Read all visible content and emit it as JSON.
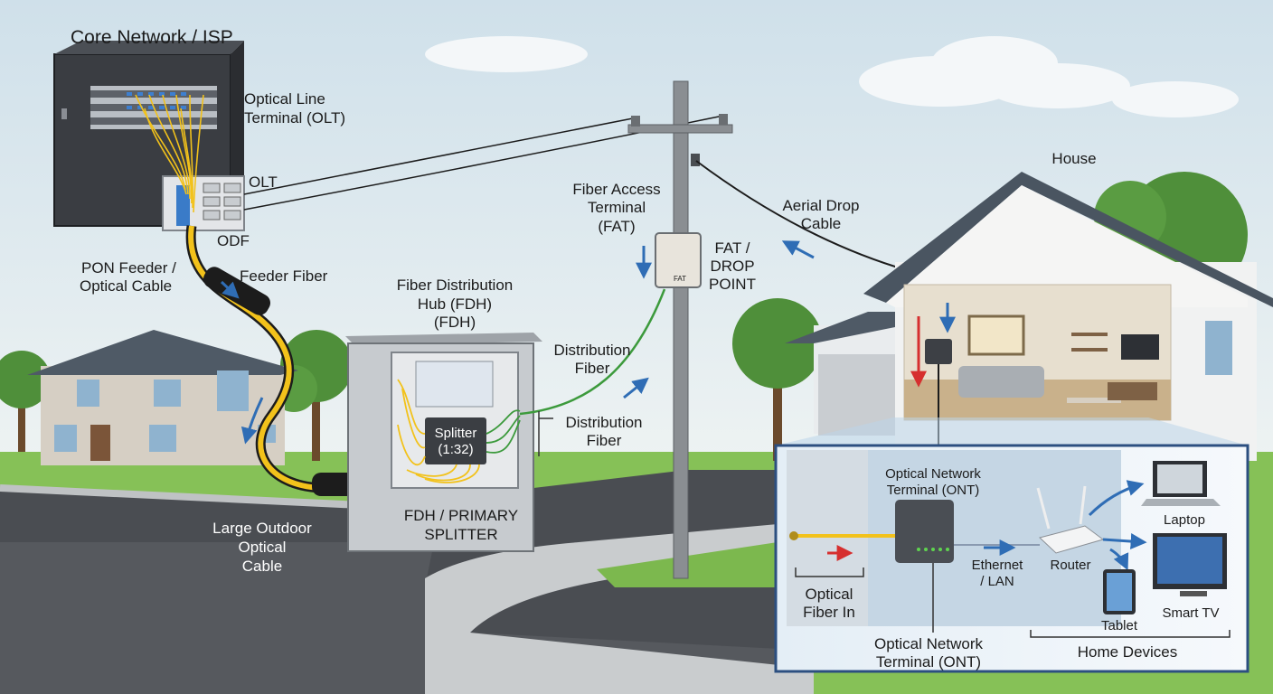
{
  "labels": {
    "core_network": "Core Network / ISP",
    "olt_line1": "Optical Line",
    "olt_line2": "Terminal (OLT)",
    "olt_short": "OLT",
    "odf": "ODF",
    "pon_feeder_line1": "PON Feeder /",
    "pon_feeder_line2": "Optical Cable",
    "feeder_fiber": "Feeder Fiber",
    "large_outdoor_line1": "Large Outdoor",
    "large_outdoor_line2": "Optical",
    "large_outdoor_line3": "Cable",
    "fdh_line1": "Fiber Distribution",
    "fdh_line2": "Hub (FDH)",
    "fdh_line3": "(FDH)",
    "splitter_line1": "Splitter",
    "splitter_line2": "(1:32)",
    "fdh_primary_line1": "FDH / PRIMARY",
    "fdh_primary_line2": "SPLITTER",
    "distribution_fiber_upper_line1": "Distribution",
    "distribution_fiber_upper_line2": "Fiber",
    "distribution_fiber_lower_line1": "Distribution",
    "distribution_fiber_lower_line2": "Fiber",
    "fat_line1": "Fiber Access",
    "fat_line2": "Terminal",
    "fat_line3": "(FAT)",
    "fat_box_text": "FAT",
    "fat_drop_line1": "FAT /",
    "fat_drop_line2": "DROP",
    "fat_drop_line3": "POINT",
    "aerial_drop_line1": "Aerial Drop",
    "aerial_drop_line2": "Cable",
    "house": "House",
    "ont_top_line1": "Optical Network",
    "ont_top_line2": "Terminal (ONT)",
    "ont_bottom_line1": "Optical Network",
    "ont_bottom_line2": "Terminal (ONT)",
    "optical_fiber_in_line1": "Optical",
    "optical_fiber_in_line2": "Fiber In",
    "ethernet_line1": "Ethernet",
    "ethernet_line2": "/ LAN",
    "router": "Router",
    "laptop": "Laptop",
    "smart_tv": "Smart TV",
    "tablet": "Tablet",
    "home_devices": "Home Devices"
  },
  "colors": {
    "sky": "#dfe9ef",
    "fiber_yellow": "#f2c21b",
    "fiber_green": "#3c9a3c",
    "arrow_blue": "#2f6db5",
    "arrow_red": "#d62f2f",
    "rack": "#3a3d42",
    "inset_border": "#2c4f80"
  }
}
